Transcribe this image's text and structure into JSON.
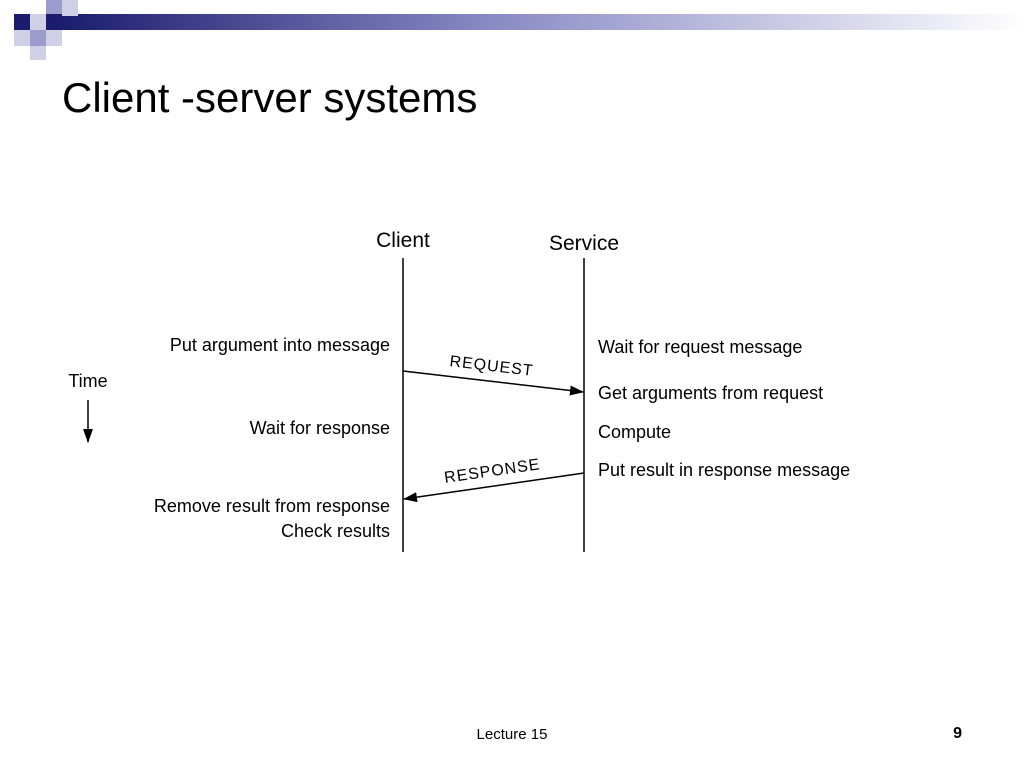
{
  "slide": {
    "title": "Client -server systems",
    "footer": "Lecture 15",
    "page_number": "9"
  },
  "diagram": {
    "client_label": "Client",
    "service_label": "Service",
    "time_label": "Time",
    "request_label": "REQUEST",
    "response_label": "RESPONSE",
    "client_steps": [
      "Put argument into message",
      "Wait for response",
      "Remove result from response",
      "Check results"
    ],
    "service_steps": [
      "Wait for request message",
      "Get arguments from request",
      "Compute",
      "Put result in response message"
    ]
  },
  "colors": {
    "navy": "#1c1c6e",
    "lavender": "#9c9ccc",
    "light_lavender": "#cfcfe6"
  }
}
